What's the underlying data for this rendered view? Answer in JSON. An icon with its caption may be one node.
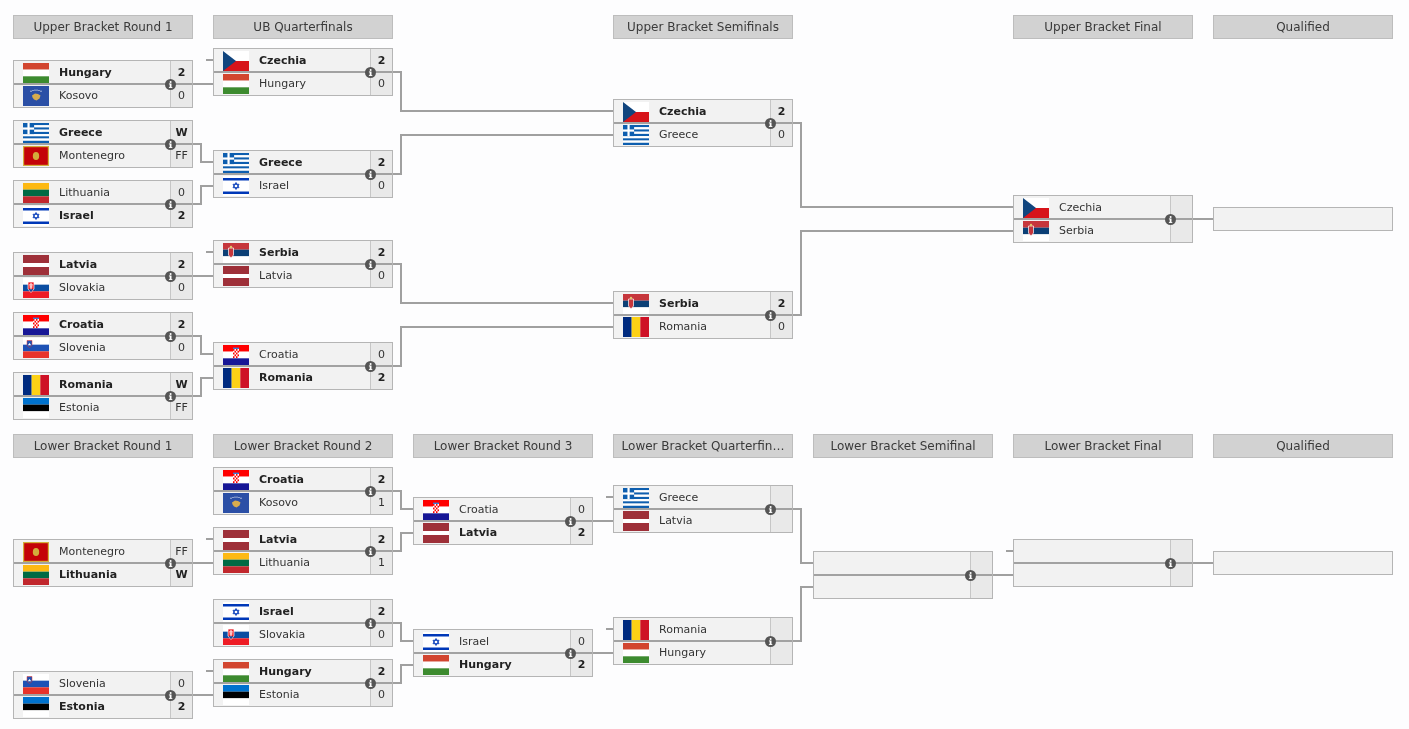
{
  "diagram": {
    "nodes": [
      {
        "text": [
          "Upper Bracket Round 1"
        ]
      },
      {
        "text": [
          "UB Quarterfinals"
        ]
      },
      {
        "text": [
          "Upper Bracket Semifinals"
        ]
      },
      {
        "text": [
          "Upper Bracket Final"
        ]
      },
      {
        "text": [
          "Qualified"
        ]
      },
      {
        "text": [
          "Hungary",
          "2",
          "Kosovo",
          "0"
        ]
      },
      {
        "text": [
          "Greece",
          "W",
          "Montenegro",
          "FF"
        ]
      },
      {
        "text": [
          "Lithuania",
          "0",
          "Israel",
          "2"
        ]
      },
      {
        "text": [
          "Latvia",
          "2",
          "Slovakia",
          "0"
        ]
      },
      {
        "text": [
          "Croatia",
          "2",
          "Slovenia",
          "0"
        ]
      },
      {
        "text": [
          "Romania",
          "W",
          "Estonia",
          "FF"
        ]
      },
      {
        "text": [
          "Czechia",
          "2",
          "Hungary",
          "0"
        ]
      },
      {
        "text": [
          "Greece",
          "2",
          "Israel",
          "0"
        ]
      },
      {
        "text": [
          "Serbia",
          "2",
          "Latvia",
          "0"
        ]
      },
      {
        "text": [
          "Croatia",
          "0",
          "Romania",
          "2"
        ]
      },
      {
        "text": [
          "Czechia",
          "2",
          "Greece",
          "0"
        ]
      },
      {
        "text": [
          "Serbia",
          "2",
          "Romania",
          "0"
        ]
      },
      {
        "text": [
          "Czechia",
          "Serbia"
        ]
      },
      {
        "text": [],
        "shape": "box"
      },
      {
        "text": [
          "Lower Bracket Round 1"
        ]
      },
      {
        "text": [
          "Lower Bracket Round 2"
        ]
      },
      {
        "text": [
          "Lower Bracket Round 3"
        ]
      },
      {
        "text": [
          "Lower Bracket Quarterfin…"
        ]
      },
      {
        "text": [
          "Lower Bracket Semifinal"
        ]
      },
      {
        "text": [
          "Lower Bracket Final"
        ]
      },
      {
        "text": [
          "Qualified"
        ]
      },
      {
        "text": [
          "Montenegro",
          "FF",
          "Lithuania",
          "W"
        ]
      },
      {
        "text": [
          "Slovenia",
          "0",
          "Estonia",
          "2"
        ]
      },
      {
        "text": [
          "Croatia",
          "2",
          "Kosovo",
          "1"
        ]
      },
      {
        "text": [
          "Latvia",
          "2",
          "Lithuania",
          "1"
        ]
      },
      {
        "text": [
          "Israel",
          "2",
          "Slovakia",
          "0"
        ]
      },
      {
        "text": [
          "Hungary",
          "2",
          "Estonia",
          "0"
        ]
      },
      {
        "text": [
          "Croatia",
          "0",
          "Latvia",
          "2"
        ]
      },
      {
        "text": [
          "Israel",
          "0",
          "Hungary",
          "2"
        ]
      },
      {
        "text": [
          "Greece",
          "Latvia"
        ]
      },
      {
        "text": [
          "Romania",
          "Hungary"
        ]
      },
      {
        "text": [],
        "shape": "box"
      },
      {
        "text": [],
        "shape": "box"
      },
      {
        "text": [],
        "shape": "box"
      }
    ],
    "edges": [
      {
        "from": 5,
        "to": 11,
        "arrow": "none"
      },
      {
        "from": null,
        "to": 11,
        "arrow": "none"
      },
      {
        "from": 6,
        "to": 12,
        "arrow": "none"
      },
      {
        "from": 7,
        "to": 12,
        "arrow": "none"
      },
      {
        "from": 8,
        "to": 13,
        "arrow": "none"
      },
      {
        "from": null,
        "to": 13,
        "arrow": "none"
      },
      {
        "from": 9,
        "to": 14,
        "arrow": "none"
      },
      {
        "from": 10,
        "to": 14,
        "arrow": "none"
      },
      {
        "from": 11,
        "to": 15,
        "arrow": "none"
      },
      {
        "from": 12,
        "to": 15,
        "arrow": "none"
      },
      {
        "from": 13,
        "to": 16,
        "arrow": "none"
      },
      {
        "from": 14,
        "to": 16,
        "arrow": "none"
      },
      {
        "from": 15,
        "to": 17,
        "arrow": "none"
      },
      {
        "from": 16,
        "to": 17,
        "arrow": "none"
      },
      {
        "from": 17,
        "to": 18,
        "arrow": "none"
      },
      {
        "from": null,
        "to": 29,
        "arrow": "none"
      },
      {
        "from": 26,
        "to": 29,
        "arrow": "none"
      },
      {
        "from": null,
        "to": 31,
        "arrow": "none"
      },
      {
        "from": 27,
        "to": 31,
        "arrow": "none"
      },
      {
        "from": 28,
        "to": 32,
        "arrow": "none"
      },
      {
        "from": 29,
        "to": 32,
        "arrow": "none"
      },
      {
        "from": 30,
        "to": 33,
        "arrow": "none"
      },
      {
        "from": 31,
        "to": 33,
        "arrow": "none"
      },
      {
        "from": null,
        "to": 34,
        "arrow": "none"
      },
      {
        "from": 32,
        "to": 34,
        "arrow": "none"
      },
      {
        "from": null,
        "to": 35,
        "arrow": "none"
      },
      {
        "from": 33,
        "to": 35,
        "arrow": "none"
      },
      {
        "from": 34,
        "to": 36,
        "arrow": "none"
      },
      {
        "from": 35,
        "to": 36,
        "arrow": "none"
      },
      {
        "from": null,
        "to": 37,
        "arrow": "none"
      },
      {
        "from": 36,
        "to": 37,
        "arrow": "none"
      },
      {
        "from": 37,
        "to": 38,
        "arrow": "none"
      }
    ]
  }
}
